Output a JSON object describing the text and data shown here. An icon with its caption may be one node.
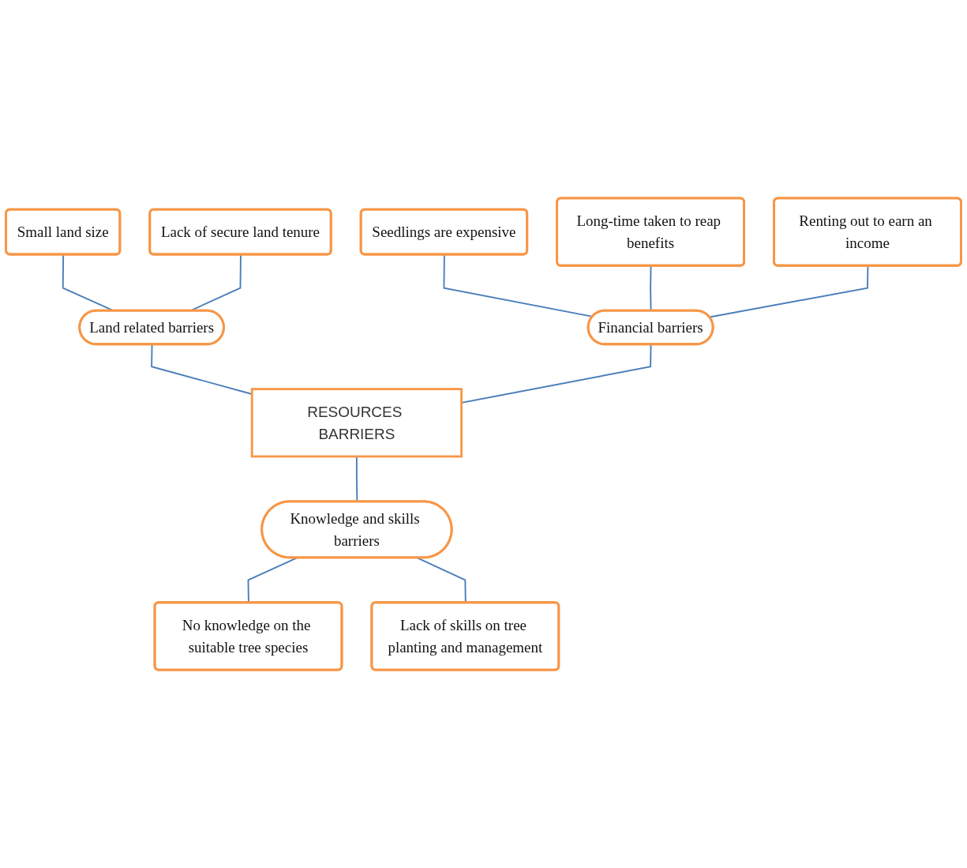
{
  "diagram": {
    "nodes": [
      {
        "text": [
          "Small land size"
        ]
      },
      {
        "text": [
          "Lack of secure land tenure"
        ]
      },
      {
        "text": [
          "Land related barriers"
        ]
      },
      {
        "text": [
          "Seedlings are expensive"
        ]
      },
      {
        "text": [
          "Long-time taken to reap benefits"
        ]
      },
      {
        "text": [
          "Renting out to earn an income"
        ]
      },
      {
        "text": [
          "Financial barriers"
        ]
      },
      {
        "text": [
          "RESOURCES BARRIERS"
        ]
      },
      {
        "text": [
          "Knowledge and skills barriers"
        ]
      },
      {
        "text": [
          "No knowledge on the suitable tree species"
        ]
      },
      {
        "text": [
          "Lack of skills on tree planting and management"
        ]
      }
    ],
    "edges": [
      {
        "from": 0,
        "to": 2,
        "arrow": "none"
      },
      {
        "from": 1,
        "to": 2,
        "arrow": "none"
      },
      {
        "from": 3,
        "to": 6,
        "arrow": "none"
      },
      {
        "from": 4,
        "to": 6,
        "arrow": "none"
      },
      {
        "from": 5,
        "to": 6,
        "arrow": "none"
      },
      {
        "from": 2,
        "to": 7,
        "arrow": "none"
      },
      {
        "from": 6,
        "to": 7,
        "arrow": "none"
      },
      {
        "from": 7,
        "to": 8,
        "arrow": "none"
      },
      {
        "from": 8,
        "to": 9,
        "arrow": "none"
      },
      {
        "from": 8,
        "to": 10,
        "arrow": "none"
      }
    ]
  }
}
